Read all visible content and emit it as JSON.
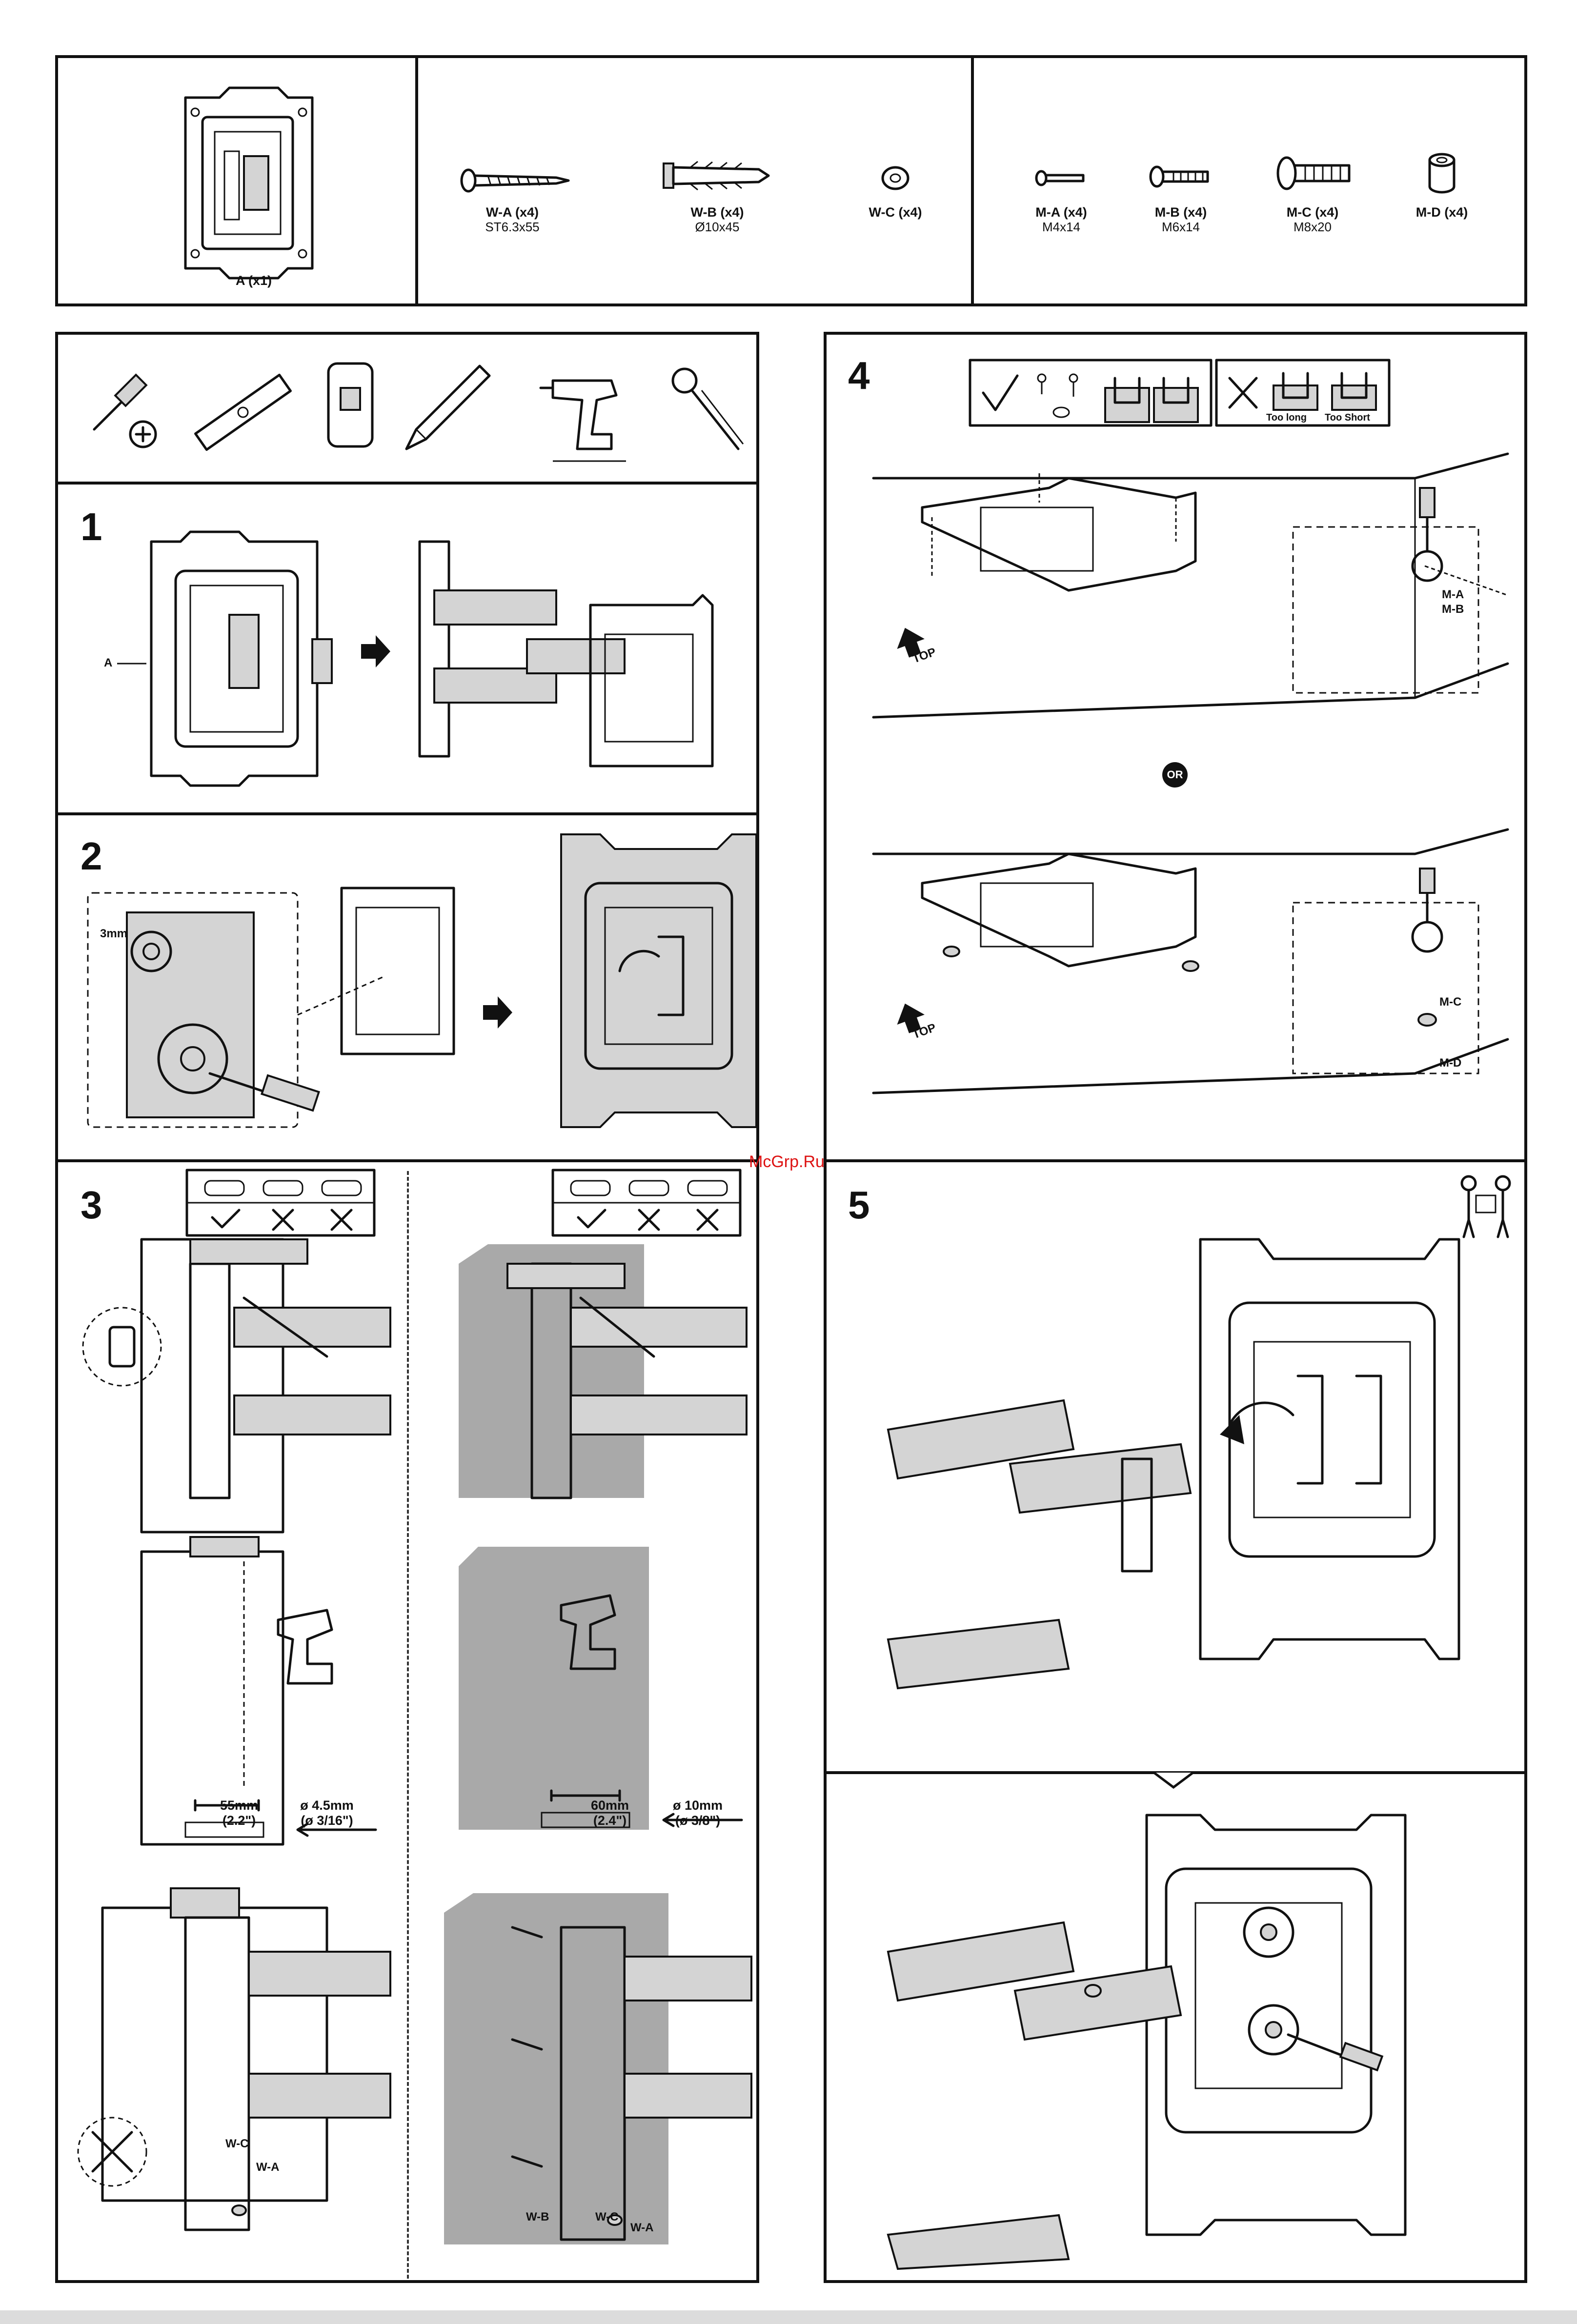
{
  "parts": {
    "bracket": {
      "id": "A (x1)"
    },
    "wall_hardware": [
      {
        "id": "W-A (x4)",
        "size": "ST6.3x55"
      },
      {
        "id": "W-B (x4)",
        "size": "Ø10x45"
      },
      {
        "id": "W-C (x4)",
        "size": ""
      }
    ],
    "monitor_hardware": [
      {
        "id": "M-A (x4)",
        "size": "M4x14"
      },
      {
        "id": "M-B (x4)",
        "size": "M6x14"
      },
      {
        "id": "M-C (x4)",
        "size": "M8x20"
      },
      {
        "id": "M-D (x4)",
        "size": ""
      }
    ]
  },
  "tools": [
    "screwdriver-icon",
    "level-icon",
    "stud-finder-icon",
    "pencil-icon",
    "drill-icon",
    "socket-wrench-icon"
  ],
  "steps": {
    "step1": {
      "num": "1",
      "label_a": "A"
    },
    "step2": {
      "num": "2",
      "hex_size": "3mm"
    },
    "step3": {
      "num": "3",
      "wood": {
        "spacing": "55mm",
        "spacing_in": "(2.2\")",
        "drill": "ø 4.5mm",
        "drill_in": "(ø 3/16\")",
        "labels": [
          "W-C",
          "W-A"
        ]
      },
      "masonry": {
        "spacing": "60mm",
        "spacing_in": "(2.4\")",
        "drill": "ø 10mm",
        "drill_in": "(ø 3/8\")",
        "labels": [
          "W-B",
          "W-C",
          "W-A"
        ]
      }
    },
    "step4": {
      "num": "4",
      "too_long": "Too long",
      "too_short": "Too Short",
      "top": "TOP",
      "or": "OR",
      "opt1_labels": [
        "M-A",
        "M-B"
      ],
      "opt2_labels": [
        "M-C",
        "M-D"
      ]
    },
    "step5": {
      "num": "5"
    }
  },
  "watermark": "McGrp.Ru"
}
